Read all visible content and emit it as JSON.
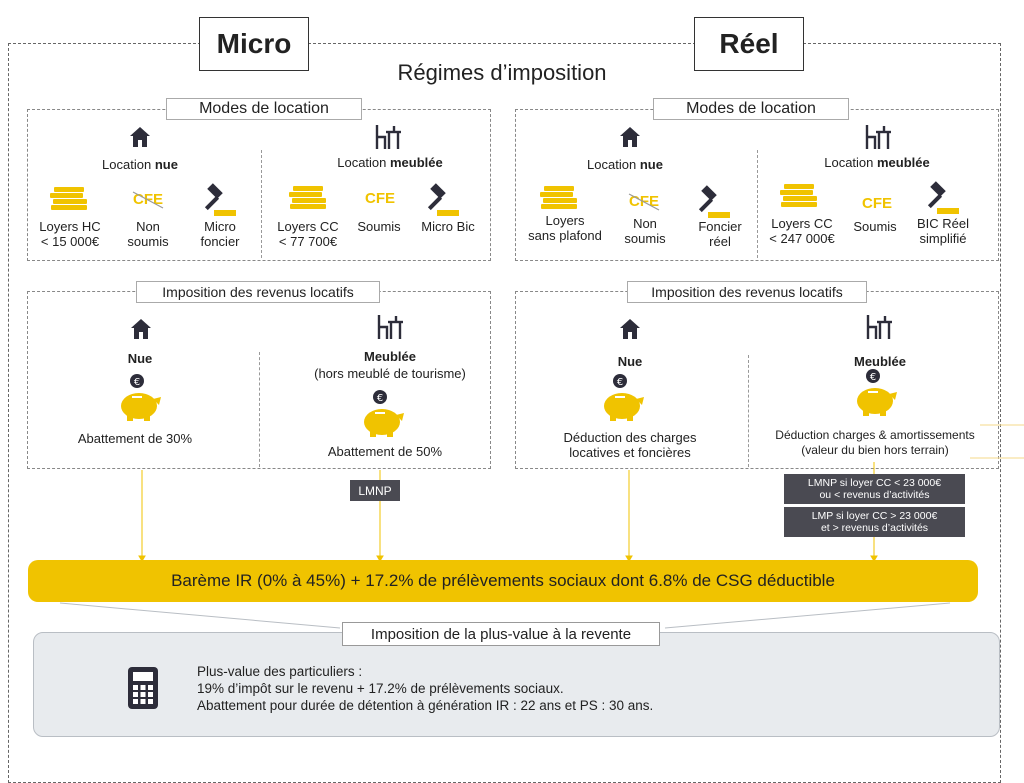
{
  "header": {
    "micro": "Micro",
    "reel": "Réel",
    "title": "Régimes d’imposition"
  },
  "modes": {
    "title": "Modes de location",
    "nue_pre": "Location ",
    "nue_bold": "nue",
    "meublee_pre": "Location ",
    "meublee_bold": "meublée",
    "micro_nue": [
      "Loyers HC\n< 15 000€",
      "Non\nsoumis",
      "Micro\nfoncier"
    ],
    "micro_meub": [
      "Loyers CC\n< 77 700€",
      "Soumis",
      "Micro Bic"
    ],
    "reel_nue": [
      "Loyers\nsans plafond",
      "Non\nsoumis",
      "Foncier\nréel"
    ],
    "reel_meub": [
      "Loyers CC\n< 247 000€",
      "Soumis",
      "BIC Réel\nsimplifié"
    ],
    "cfe": "CFE"
  },
  "imposition": {
    "title": "Imposition des revenus locatifs",
    "nue": "Nue",
    "meublee": "Meublée",
    "micro_meublee_sub": "(hors meublé de tourisme)",
    "micro_nue_desc": "Abattement de 30%",
    "micro_meub_desc": "Abattement de 50%",
    "reel_nue_desc": "Déduction des charges\nlocatives et foncières",
    "reel_meub_desc": "Déduction charges & amortissements\n(valeur du bien hors terrain)",
    "euro": "€"
  },
  "statuses": {
    "lmnp": "LMNP",
    "lmnp_cond": "LMNP si loyer CC < 23 000€\nou < revenus d’activités",
    "lmp_cond": "LMP si loyer CC > 23 000€\net > revenus d’activités"
  },
  "bareme": "Barème IR (0% à 45%) + 17.2% de prélèvements sociaux dont 6.8% de CSG déductible",
  "plus_value": {
    "title": "Imposition de la plus-value à la revente",
    "line1": "Plus-value des particuliers :",
    "line2": "19% d’impôt sur le revenu + 17.2% de prélèvements sociaux.",
    "line3": "Abattement pour durée de détention à génération IR : 22 ans et PS : 30 ans."
  },
  "colors": {
    "accent": "#f0c300",
    "dark": "#2d2d3a",
    "status": "#4a4a52"
  }
}
